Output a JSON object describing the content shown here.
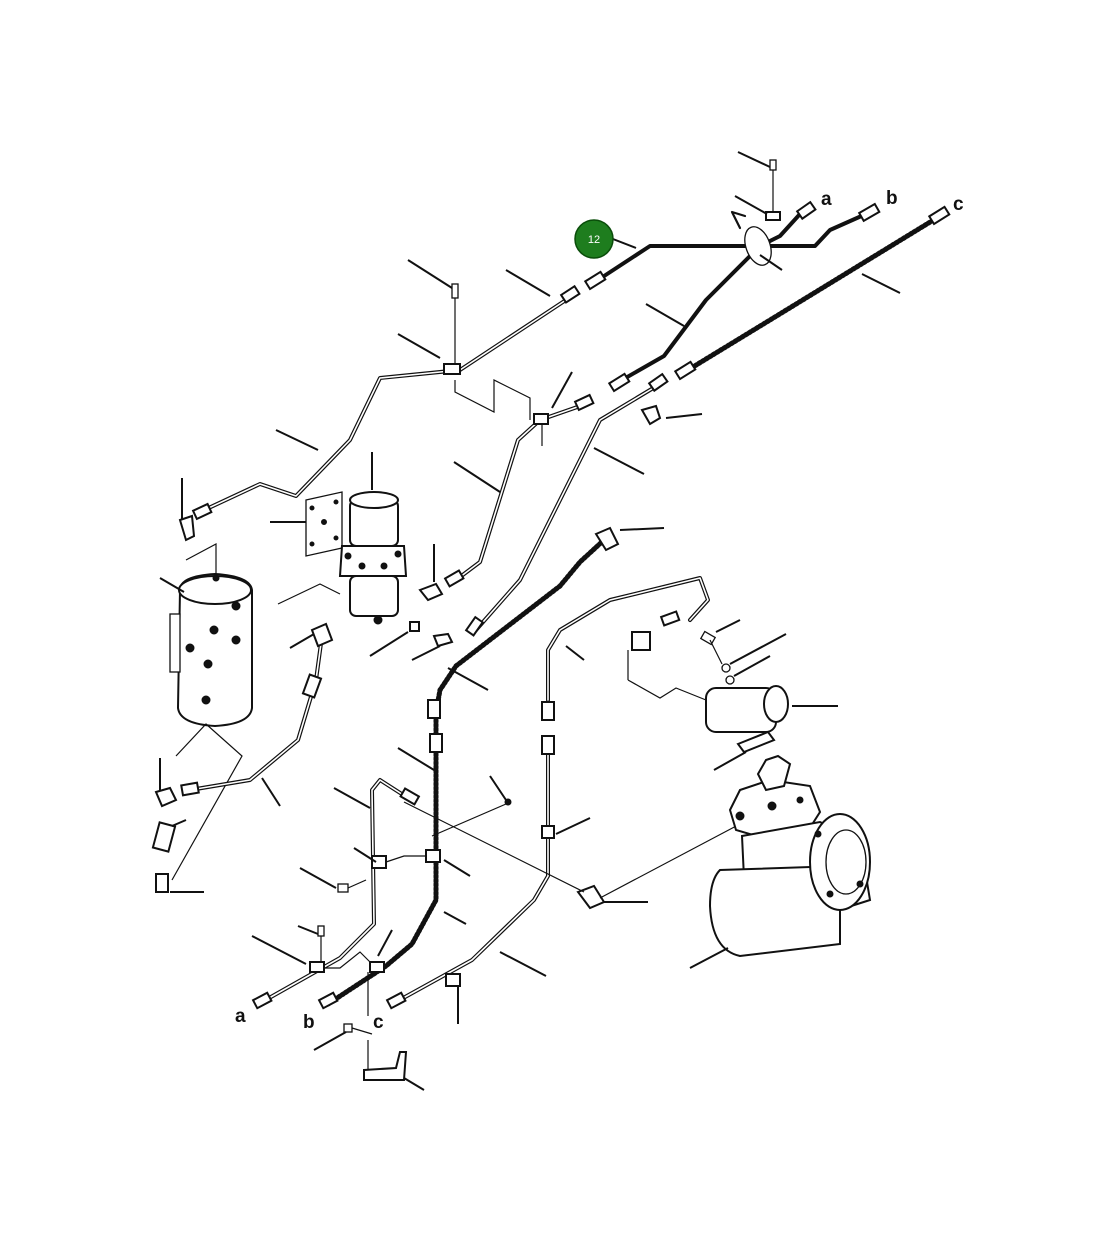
{
  "diagram": {
    "callout": {
      "number": "12",
      "color": "#1e7d1e"
    },
    "labels": {
      "top_a": "a",
      "top_b": "b",
      "top_c": "c",
      "bottom_a": "a",
      "bottom_b": "b",
      "bottom_c": "c"
    }
  }
}
